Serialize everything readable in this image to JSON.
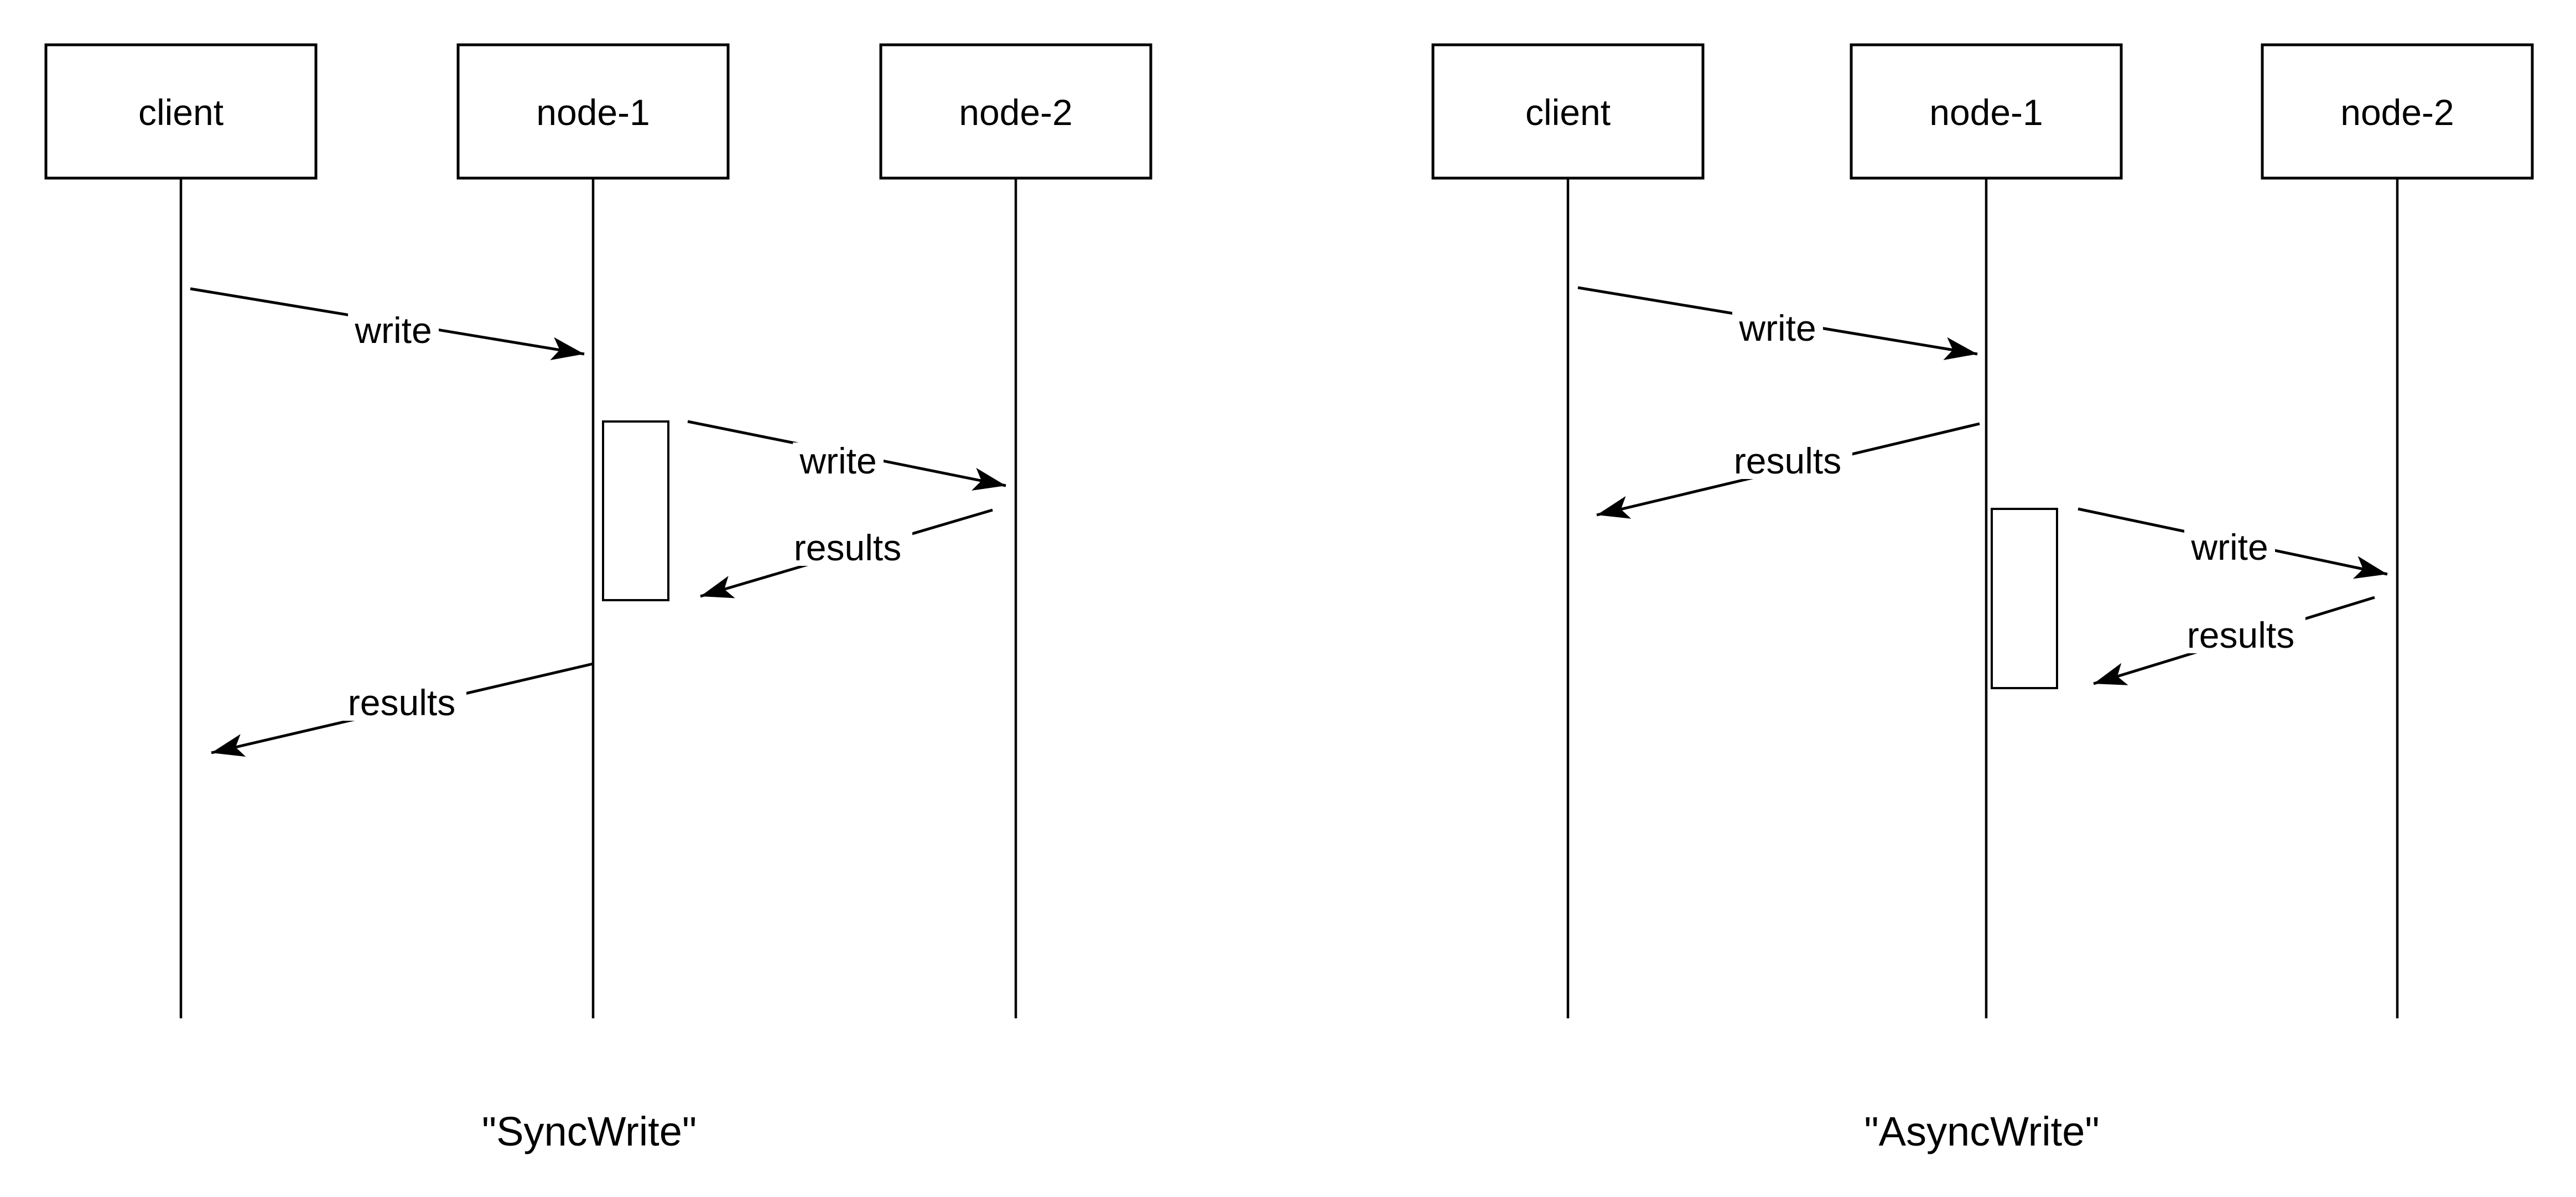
{
  "colors": {
    "stroke": "#000000",
    "text": "#000000",
    "background": "#ffffff"
  },
  "diagrams": [
    {
      "name": "sync-write",
      "caption": "\"SyncWrite\"",
      "actors": [
        {
          "label": "client"
        },
        {
          "label": "node-1"
        },
        {
          "label": "node-2"
        }
      ],
      "messages": [
        {
          "label": "write",
          "from": "client",
          "to": "node-1"
        },
        {
          "label": "write",
          "from": "node-1",
          "to": "node-2"
        },
        {
          "label": "results",
          "from": "node-2",
          "to": "node-1"
        },
        {
          "label": "results",
          "from": "node-1",
          "to": "client"
        }
      ]
    },
    {
      "name": "async-write",
      "caption": "\"AsyncWrite\"",
      "actors": [
        {
          "label": "client"
        },
        {
          "label": "node-1"
        },
        {
          "label": "node-2"
        }
      ],
      "messages": [
        {
          "label": "write",
          "from": "client",
          "to": "node-1"
        },
        {
          "label": "results",
          "from": "node-1",
          "to": "client"
        },
        {
          "label": "write",
          "from": "node-1",
          "to": "node-2"
        },
        {
          "label": "results",
          "from": "node-2",
          "to": "node-1"
        }
      ]
    }
  ]
}
